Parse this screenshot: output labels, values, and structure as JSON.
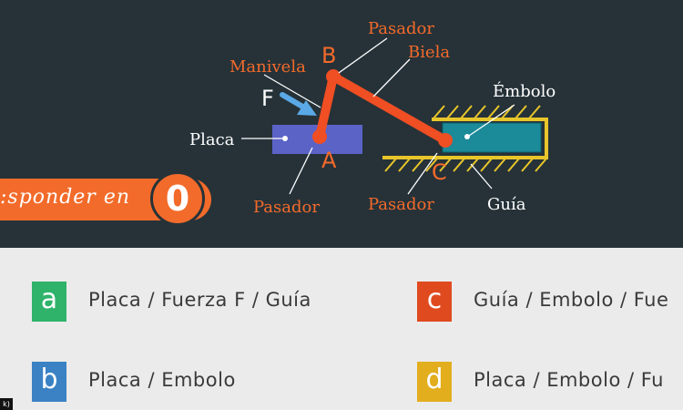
{
  "diagram": {
    "labels": {
      "pin_b_top": "Pasador",
      "rod": "Biela",
      "crank": "Manivela",
      "point_b": "B",
      "force": "F",
      "piston": "Émbolo",
      "plate": "Placa",
      "point_a": "A",
      "point_c": "C",
      "pin_a_bottom": "Pasador",
      "pin_c_bottom": "Pasador",
      "guide": "Guía"
    },
    "colors": {
      "background": "#263238",
      "linkage": "#f04e23",
      "plate": "#5b63c7",
      "piston": "#1b8a99",
      "guide": "#e8c62b",
      "force_arrow": "#5aa9e6"
    }
  },
  "timer": {
    "prefix": "sponder en:",
    "value": "0"
  },
  "options": [
    {
      "letter": "a",
      "text": "Placa  / Fuerza F / Guía",
      "color": "#2fb36b"
    },
    {
      "letter": "b",
      "text": "Placa  / Embolo",
      "color": "#3a82c4"
    },
    {
      "letter": "c",
      "text": "Guía / Embolo / Fue",
      "color": "#e04a1f"
    },
    {
      "letter": "d",
      "text": "Placa / Embolo / Fu",
      "color": "#e2ae1e"
    }
  ],
  "corner_tag": "k)"
}
